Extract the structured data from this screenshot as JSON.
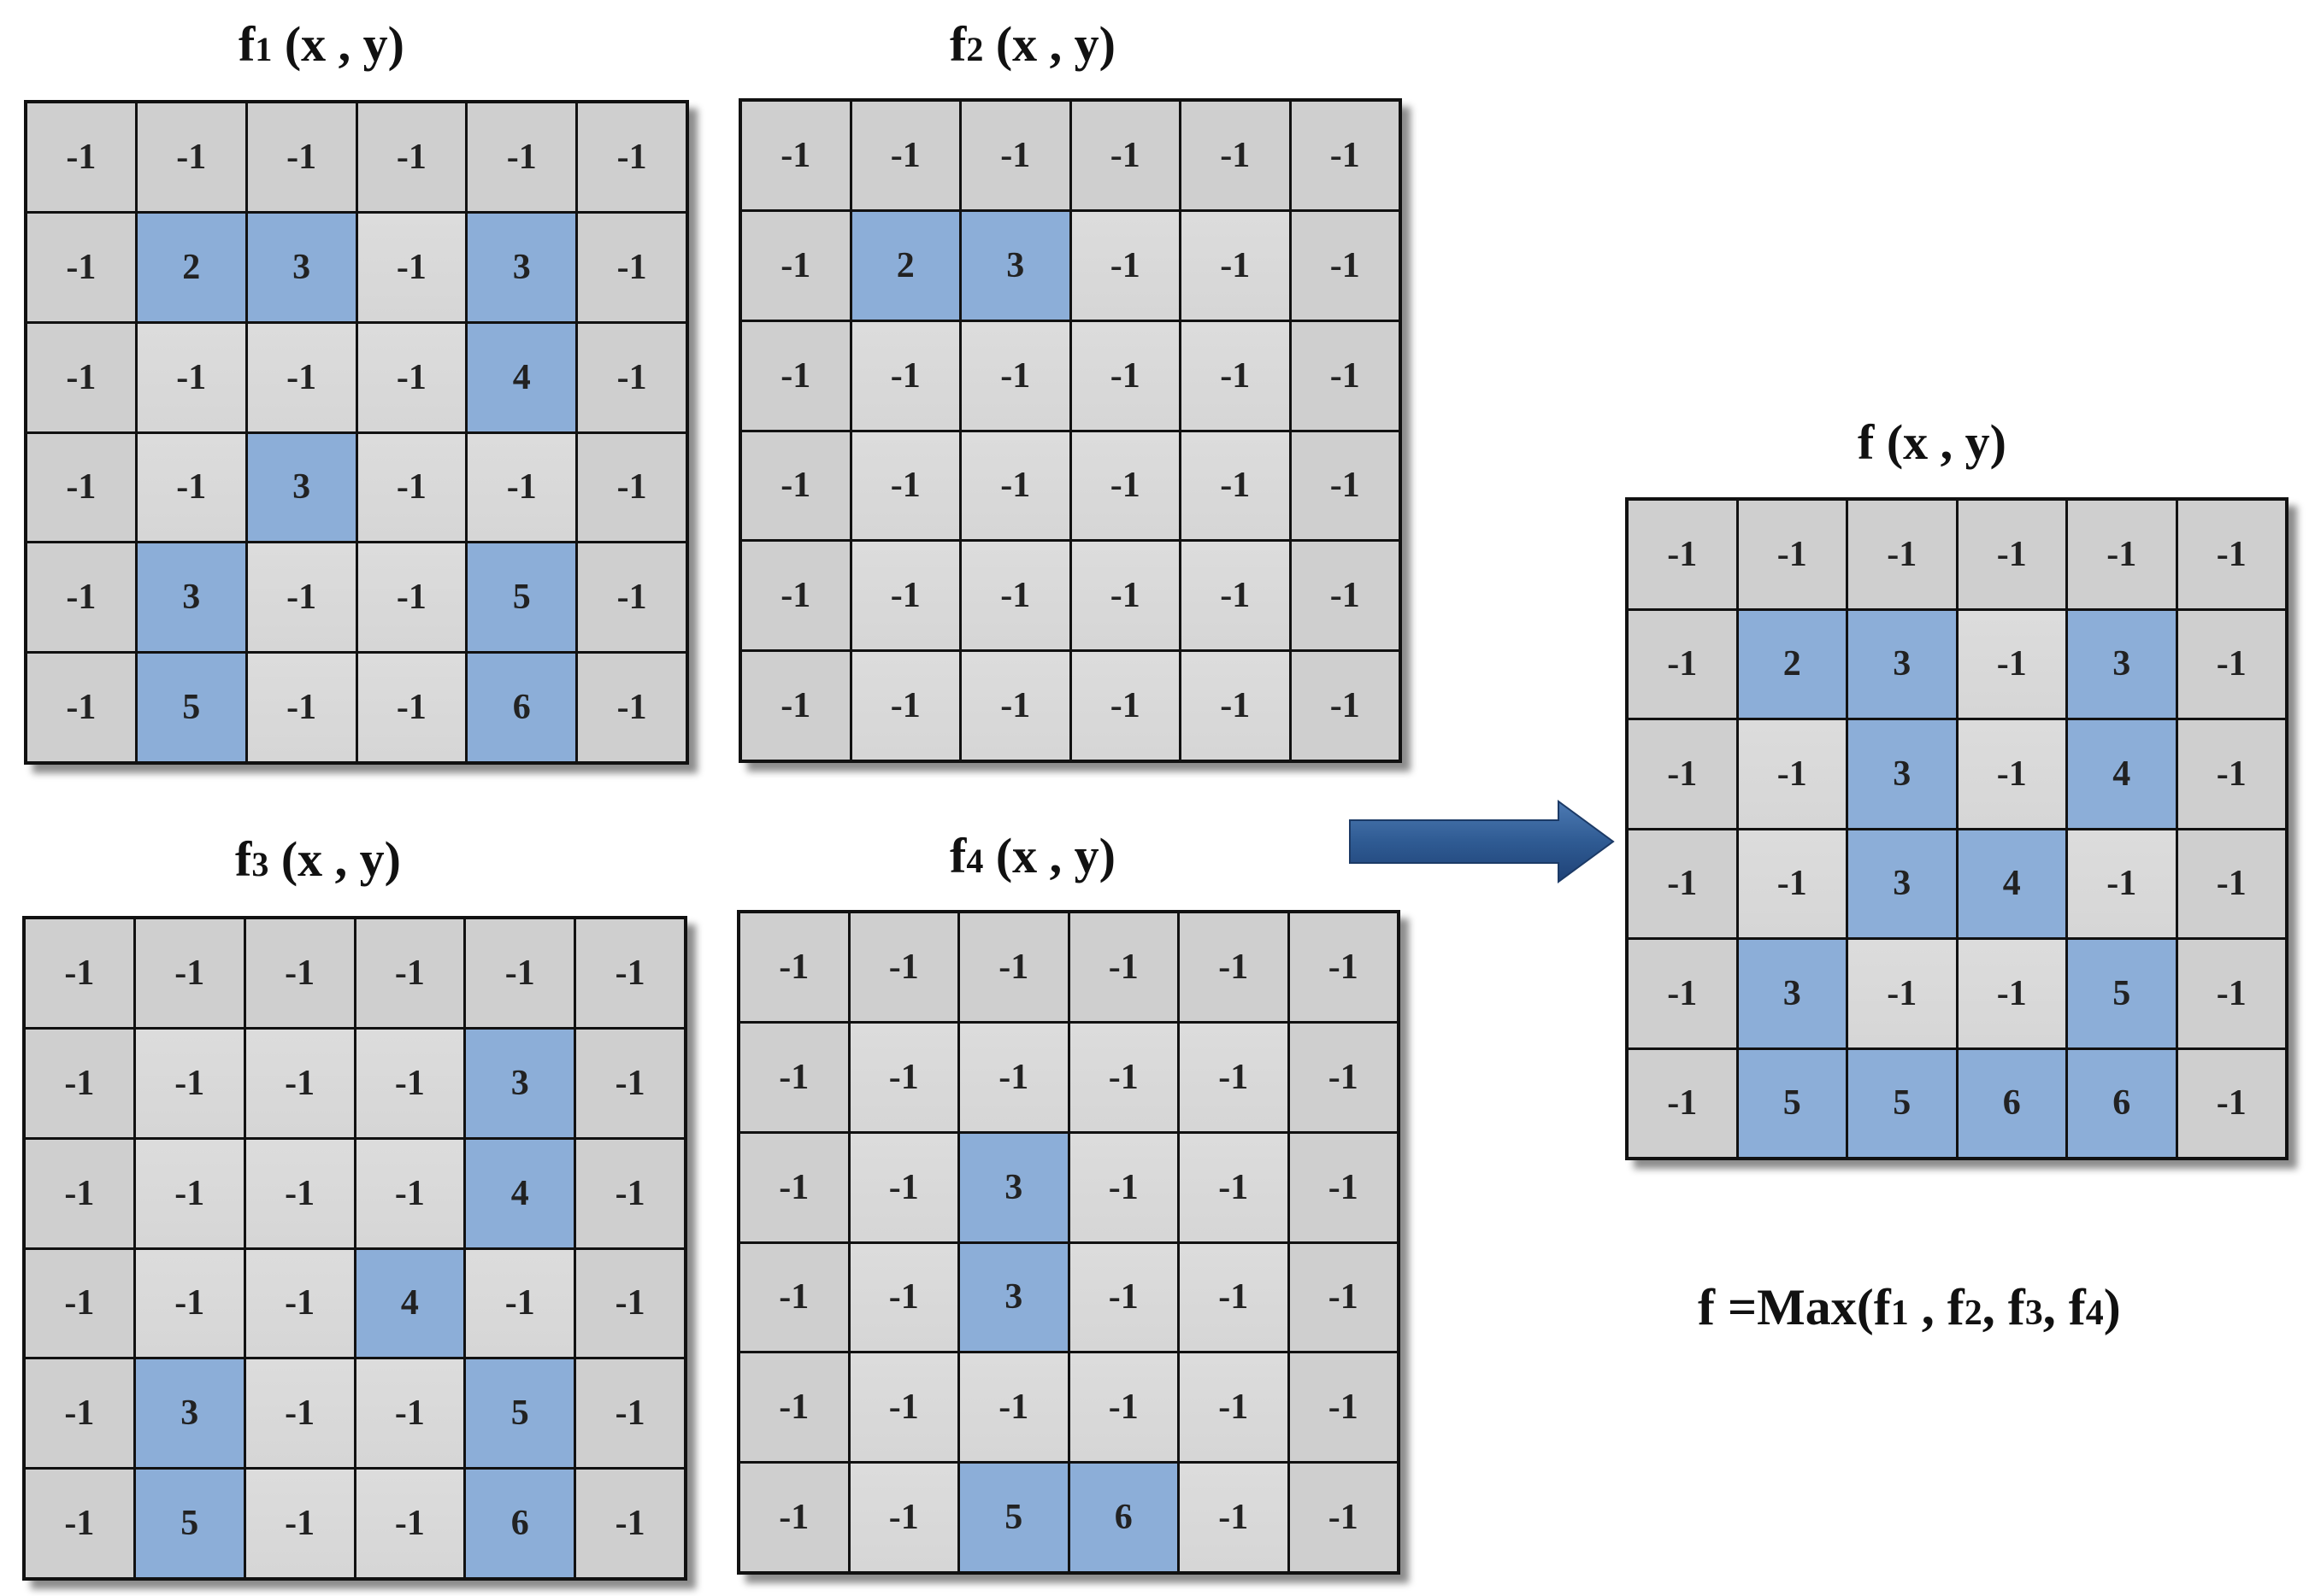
{
  "panels": [
    {
      "id": "f1",
      "title_fn": "f",
      "title_sub": "1",
      "title_args": " (x , y)",
      "cells": [
        [
          "-1",
          "-1",
          "-1",
          "-1",
          "-1",
          "-1"
        ],
        [
          "-1",
          "2",
          "3",
          "-1",
          "3",
          "-1"
        ],
        [
          "-1",
          "-1",
          "-1",
          "-1",
          "4",
          "-1"
        ],
        [
          "-1",
          "-1",
          "3",
          "-1",
          "-1",
          "-1"
        ],
        [
          "-1",
          "3",
          "-1",
          "-1",
          "5",
          "-1"
        ],
        [
          "-1",
          "5",
          "-1",
          "-1",
          "6",
          "-1"
        ]
      ]
    },
    {
      "id": "f2",
      "title_fn": "f",
      "title_sub": "2",
      "title_args": " (x , y)",
      "cells": [
        [
          "-1",
          "-1",
          "-1",
          "-1",
          "-1",
          "-1"
        ],
        [
          "-1",
          "2",
          "3",
          "-1",
          "-1",
          "-1"
        ],
        [
          "-1",
          "-1",
          "-1",
          "-1",
          "-1",
          "-1"
        ],
        [
          "-1",
          "-1",
          "-1",
          "-1",
          "-1",
          "-1"
        ],
        [
          "-1",
          "-1",
          "-1",
          "-1",
          "-1",
          "-1"
        ],
        [
          "-1",
          "-1",
          "-1",
          "-1",
          "-1",
          "-1"
        ]
      ]
    },
    {
      "id": "f3",
      "title_fn": "f",
      "title_sub": "3",
      "title_args": " (x , y)",
      "cells": [
        [
          "-1",
          "-1",
          "-1",
          "-1",
          "-1",
          "-1"
        ],
        [
          "-1",
          "-1",
          "-1",
          "-1",
          "3",
          "-1"
        ],
        [
          "-1",
          "-1",
          "-1",
          "-1",
          "4",
          "-1"
        ],
        [
          "-1",
          "-1",
          "-1",
          "4",
          "-1",
          "-1"
        ],
        [
          "-1",
          "3",
          "-1",
          "-1",
          "5",
          "-1"
        ],
        [
          "-1",
          "5",
          "-1",
          "-1",
          "6",
          "-1"
        ]
      ]
    },
    {
      "id": "f4",
      "title_fn": "f",
      "title_sub": "4",
      "title_args": " (x , y)",
      "cells": [
        [
          "-1",
          "-1",
          "-1",
          "-1",
          "-1",
          "-1"
        ],
        [
          "-1",
          "-1",
          "-1",
          "-1",
          "-1",
          "-1"
        ],
        [
          "-1",
          "-1",
          "3",
          "-1",
          "-1",
          "-1"
        ],
        [
          "-1",
          "-1",
          "3",
          "-1",
          "-1",
          "-1"
        ],
        [
          "-1",
          "-1",
          "-1",
          "-1",
          "-1",
          "-1"
        ],
        [
          "-1",
          "-1",
          "5",
          "6",
          "-1",
          "-1"
        ]
      ]
    },
    {
      "id": "f",
      "title_fn": "f",
      "title_sub": "",
      "title_args": " (x , y)",
      "cells": [
        [
          "-1",
          "-1",
          "-1",
          "-1",
          "-1",
          "-1"
        ],
        [
          "-1",
          "2",
          "3",
          "-1",
          "3",
          "-1"
        ],
        [
          "-1",
          "-1",
          "3",
          "-1",
          "4",
          "-1"
        ],
        [
          "-1",
          "-1",
          "3",
          "4",
          "-1",
          "-1"
        ],
        [
          "-1",
          "3",
          "-1",
          "-1",
          "5",
          "-1"
        ],
        [
          "-1",
          "5",
          "5",
          "6",
          "6",
          "-1"
        ]
      ]
    }
  ],
  "formula": {
    "prefix": "f =Max(f",
    "s1": "1",
    "m1": " , f",
    "s2": "2",
    "m2": ", f",
    "s3": "3",
    "m3": ", f",
    "s4": "4",
    "suffix": ")"
  },
  "colors": {
    "highlight": "#8caed8",
    "cell": "#d9d9d9",
    "arrow": "#2f5b93"
  },
  "icons": {
    "arrow": "right-arrow-icon"
  }
}
